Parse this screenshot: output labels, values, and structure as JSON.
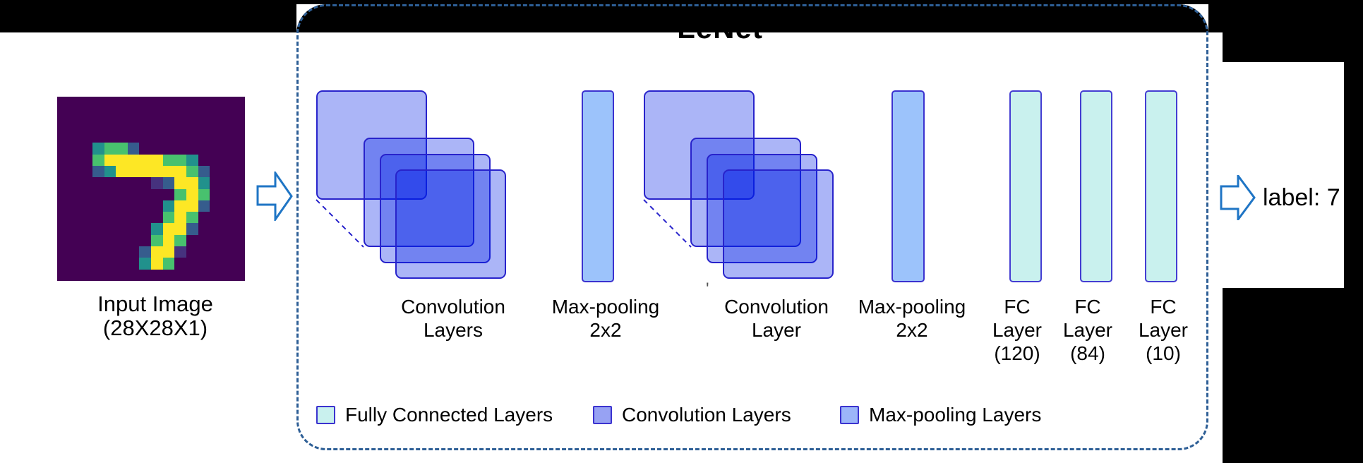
{
  "title": {
    "text": "LeNet"
  },
  "input_image": {
    "caption": [
      "Input Image",
      "(28X28X1)"
    ],
    "palette": {
      ".": "#440154",
      "Y": "#fde725",
      "G": "#48c16e",
      "T": "#21918c",
      "B": "#365c8d",
      "D": "#46327e"
    },
    "pixel_rows": [
      "................",
      "................",
      "................",
      "................",
      "...TGGB.........",
      "...GYYYYYGGT....",
      "...BTYYYYYYGB...",
      "........DBYYT...",
      "..........GYG...",
      ".........TYYB...",
      ".........GYG....",
      "........TYYB....",
      "........GYG.....",
      ".......BYYD.....",
      ".......TYG......",
      "................"
    ]
  },
  "network": {
    "labels": {
      "conv1": [
        "Convolution",
        "Layers"
      ],
      "pool1": [
        "Max-pooling",
        "2x2"
      ],
      "conv2": [
        "Convolution",
        "Layer"
      ],
      "pool2": [
        "Max-pooling",
        "2x2"
      ],
      "fc1": [
        "FC",
        "Layer",
        "(120)"
      ],
      "fc2": [
        "FC",
        "Layer",
        "(84)"
      ],
      "fc3": [
        "FC",
        "Layer",
        "(10)"
      ]
    },
    "stray_mark": "'"
  },
  "legend": {
    "items": [
      {
        "swatch": "fc",
        "label": "Fully Connected Layers"
      },
      {
        "swatch": "conv",
        "label": "Convolution Layers"
      },
      {
        "swatch": "pool",
        "label": "Max-pooling Layers"
      }
    ]
  },
  "output": {
    "label": "label: 7"
  },
  "colors": {
    "conv_fill": "rgba(0,30,230,0.33)",
    "conv_border": "#2823cb",
    "pool_fill": "#9cc3fb",
    "pool_border": "#3b32cf",
    "fc_fill": "#c9f1ee",
    "fc_border": "#443dd2",
    "legend_fc": "#c9f1ee",
    "legend_conv": "#97a2f3",
    "legend_pool": "#9cb6f9",
    "box_border": "#2e5f96",
    "arrow_stroke": "#1f75c5"
  }
}
